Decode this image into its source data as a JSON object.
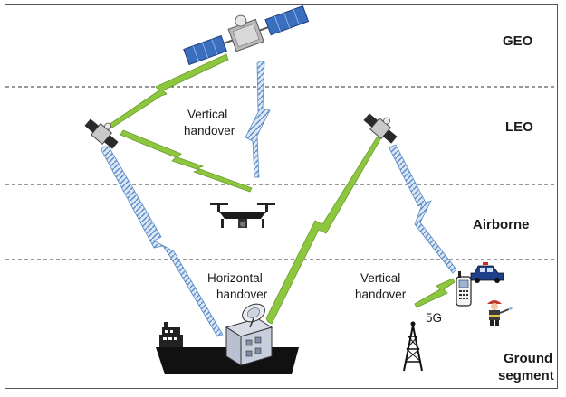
{
  "layers": {
    "geo": "GEO",
    "leo": "LEO",
    "airborne": "Airborne",
    "ground_line1": "Ground",
    "ground_line2": "segment"
  },
  "annotations": {
    "vertical_handover_top_line1": "Vertical",
    "vertical_handover_top_line2": "handover",
    "horizontal_handover_line1": "Horizontal",
    "horizontal_handover_line2": "handover",
    "vertical_handover_right_line1": "Vertical",
    "vertical_handover_right_line2": "handover",
    "tower_label": "5G"
  },
  "colors": {
    "green_link": "#8dc63f",
    "blue_link": "#5b8cc8",
    "divider": "#333333",
    "ship_hull": "#111111"
  }
}
